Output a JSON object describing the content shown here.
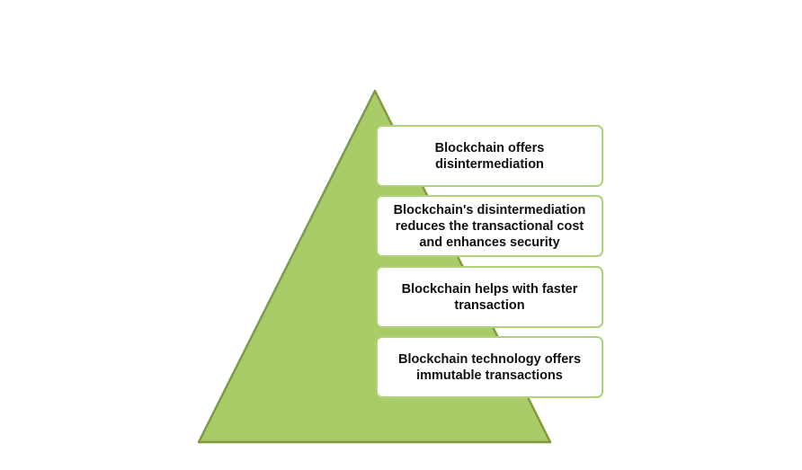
{
  "pyramid": {
    "fill_color": "#a9cb68",
    "stroke_color": "#7f9a42"
  },
  "boxes": {
    "border_color": "#b0d27c",
    "items": [
      {
        "text": "Blockchain offers disintermediation"
      },
      {
        "text": "Blockchain's disintermediation reduces the transactional cost and enhances security"
      },
      {
        "text": "Blockchain helps with faster transaction"
      },
      {
        "text": "Blockchain technology offers immutable transactions"
      }
    ]
  }
}
